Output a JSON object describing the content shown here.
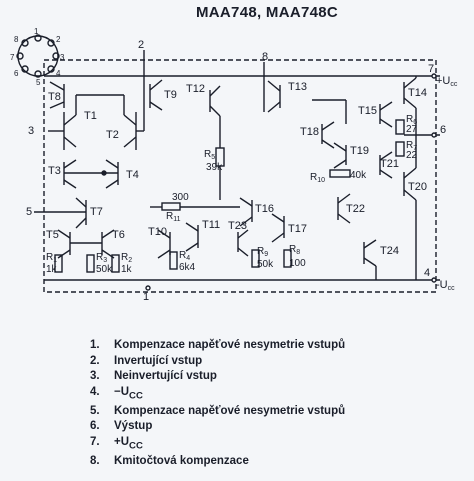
{
  "header": {
    "title": "MAA748, MAA748C"
  },
  "pins": [
    "1",
    "2",
    "3",
    "4",
    "5",
    "6",
    "7",
    "8"
  ],
  "labels": {
    "T1": "T1",
    "T2": "T2",
    "T3": "T3",
    "T4": "T4",
    "T5": "T5",
    "T6": "T6",
    "T7": "T7",
    "T8": "T8",
    "T9": "T9",
    "T10": "T10",
    "T11": "T11",
    "T12": "T12",
    "T13": "T13",
    "T14": "T14",
    "T15": "T15",
    "T16": "T16",
    "T17": "T17",
    "T18": "T18",
    "T19": "T19",
    "T20": "T20",
    "T21": "T21",
    "T22": "T22",
    "T23": "T23",
    "T24": "T24",
    "R1": "R",
    "R1sub": "1",
    "R1val": "1k",
    "R2": "R",
    "R2sub": "2",
    "R2val": "1k",
    "R3": "R",
    "R3sub": "3",
    "R3val": "50k",
    "R4": "R",
    "R4sub": "4",
    "R4val": "6k4",
    "R5": "R",
    "R5sub": "5",
    "R5val": "39k",
    "R6": "R",
    "R6sub": "6",
    "R6val": "27",
    "R7": "R",
    "R7sub": "7",
    "R7val": "22",
    "R8": "R",
    "R8sub": "8",
    "R8val": "100",
    "R9": "R",
    "R9sub": "9",
    "R9val": "50k",
    "R10": "R",
    "R10sub": "10",
    "R10val": "40k",
    "R11": "R",
    "R11sub": "11",
    "R11val": "300",
    "Ucc_plus": "+U",
    "Ucc_plus_sub": "cc",
    "Ucc_minus": "-U",
    "Ucc_minus_sub": "cc"
  },
  "legend": [
    {
      "num": "1.",
      "text": "Kompenzace napěťové nesymetrie vstupů"
    },
    {
      "num": "2.",
      "text": "Invertující vstup"
    },
    {
      "num": "3.",
      "text": "Neinvertující vstup"
    },
    {
      "num": "4.",
      "text": "−U",
      "sub": "CC"
    },
    {
      "num": "5.",
      "text": "Kompenzace napěťové nesymetrie vstupů"
    },
    {
      "num": "6.",
      "text": "Výstup"
    },
    {
      "num": "7.",
      "text": "+U",
      "sub": "CC"
    },
    {
      "num": "8.",
      "text": "Kmitočtová kompenzace"
    }
  ]
}
